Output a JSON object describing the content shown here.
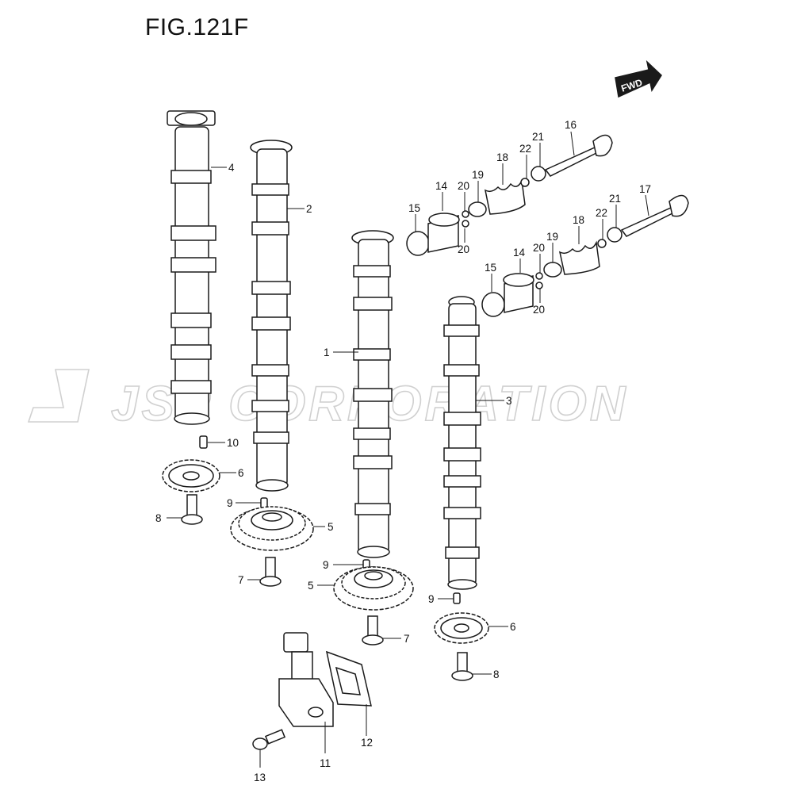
{
  "figure": {
    "title": "FIG.121F"
  },
  "watermark": {
    "text": "JSP CORPORATION"
  },
  "fwd_badge": {
    "text": "FWD"
  },
  "callouts": [
    {
      "id": "4",
      "text": "4"
    },
    {
      "id": "2",
      "text": "2"
    },
    {
      "id": "1",
      "text": "1"
    },
    {
      "id": "3",
      "text": "3"
    },
    {
      "id": "10",
      "text": "10"
    },
    {
      "id": "6a",
      "text": "6"
    },
    {
      "id": "6b",
      "text": "6"
    },
    {
      "id": "8a",
      "text": "8"
    },
    {
      "id": "8b",
      "text": "8"
    },
    {
      "id": "9a",
      "text": "9"
    },
    {
      "id": "9b",
      "text": "9"
    },
    {
      "id": "9c",
      "text": "9"
    },
    {
      "id": "5a",
      "text": "5"
    },
    {
      "id": "5b",
      "text": "5"
    },
    {
      "id": "7a",
      "text": "7"
    },
    {
      "id": "7b",
      "text": "7"
    },
    {
      "id": "11",
      "text": "11"
    },
    {
      "id": "12",
      "text": "12"
    },
    {
      "id": "13",
      "text": "13"
    },
    {
      "id": "14a",
      "text": "14"
    },
    {
      "id": "14b",
      "text": "14"
    },
    {
      "id": "15a",
      "text": "15"
    },
    {
      "id": "15b",
      "text": "15"
    },
    {
      "id": "16",
      "text": "16"
    },
    {
      "id": "17",
      "text": "17"
    },
    {
      "id": "18a",
      "text": "18"
    },
    {
      "id": "18b",
      "text": "18"
    },
    {
      "id": "19a",
      "text": "19"
    },
    {
      "id": "19b",
      "text": "19"
    },
    {
      "id": "20a",
      "text": "20"
    },
    {
      "id": "20b",
      "text": "20"
    },
    {
      "id": "20c",
      "text": "20"
    },
    {
      "id": "20d",
      "text": "20"
    },
    {
      "id": "21a",
      "text": "21"
    },
    {
      "id": "21b",
      "text": "21"
    },
    {
      "id": "22a",
      "text": "22"
    },
    {
      "id": "22b",
      "text": "22"
    }
  ]
}
